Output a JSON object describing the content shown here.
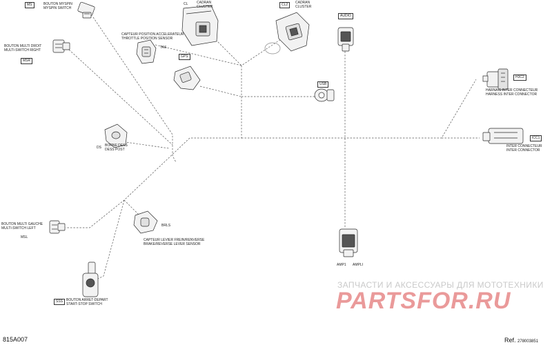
{
  "components": {
    "mysn": {
      "code": "MS",
      "label_fr": "BOUTON MYSPIN",
      "label_en": "MYSPIN SWITCH"
    },
    "msr": {
      "code": "MSR",
      "label_fr": "BOUTON MULTI DROIT",
      "label_en": "MULTI-SWITCH RIGHT"
    },
    "tas": {
      "code": "TAS",
      "label_fr": "CAPTEUR POSITION ACCELERATEUR",
      "label_en": "THROTTLE POSITION SENSOR"
    },
    "cl": {
      "code": "CL",
      "label_fr": "CADRAN",
      "label_en": "CLUSTER"
    },
    "cl2": {
      "code": "CL2",
      "label_fr": "CADRAN",
      "label_en": "CLUSTER"
    },
    "gps": {
      "code": "GPS"
    },
    "audio": {
      "code": "AUDIO"
    },
    "usb": {
      "code": "USB"
    },
    "h3c2": {
      "code": "H3C2",
      "label_fr": "HARNAIS INTER CONNECTEUR",
      "label_en": "HARNESS INTER CONNECTOR"
    },
    "icc1": {
      "code": "ICC1",
      "label_fr": "INTER CONNECTEUR",
      "label_en": "INTER CONNECTOR"
    },
    "ds": {
      "code": "DS",
      "label_fr": "BORNE DESS",
      "label_en": "DESS POST"
    },
    "msl": {
      "code": "MSL",
      "label_fr": "BOUTON MULTI GAUCHE",
      "label_en": "MULTI-SWITCH LEFT"
    },
    "brls": {
      "code": "BRLS",
      "label_fr": "CAPTEUR LEVIER FREIN/RENVERSE",
      "label_en": "BRAKE/REVERSE LEVER SENSOR"
    },
    "amp": {
      "code": "AMP1",
      "label": "AMPLI"
    },
    "sss": {
      "code": "SSS",
      "label_fr": "BOUTON ARRET-DEPART",
      "label_en": "START-STOP SWITCH"
    }
  },
  "footer": {
    "doc_id": "815A007",
    "ref_label": "Ref.",
    "ref_value": "278003851"
  },
  "watermark": {
    "line1": "ЗАПЧАСТИ И АКСЕССУАРЫ ДЛЯ МОТОТЕХНИКИ",
    "line2": "PARTSFOR.RU"
  },
  "colors": {
    "line": "#555555",
    "part_stroke": "#2a2a2a",
    "part_fill": "#f2f2f2",
    "watermark_text": "#c9c9c9",
    "watermark_logo": "#ea9a9a"
  }
}
